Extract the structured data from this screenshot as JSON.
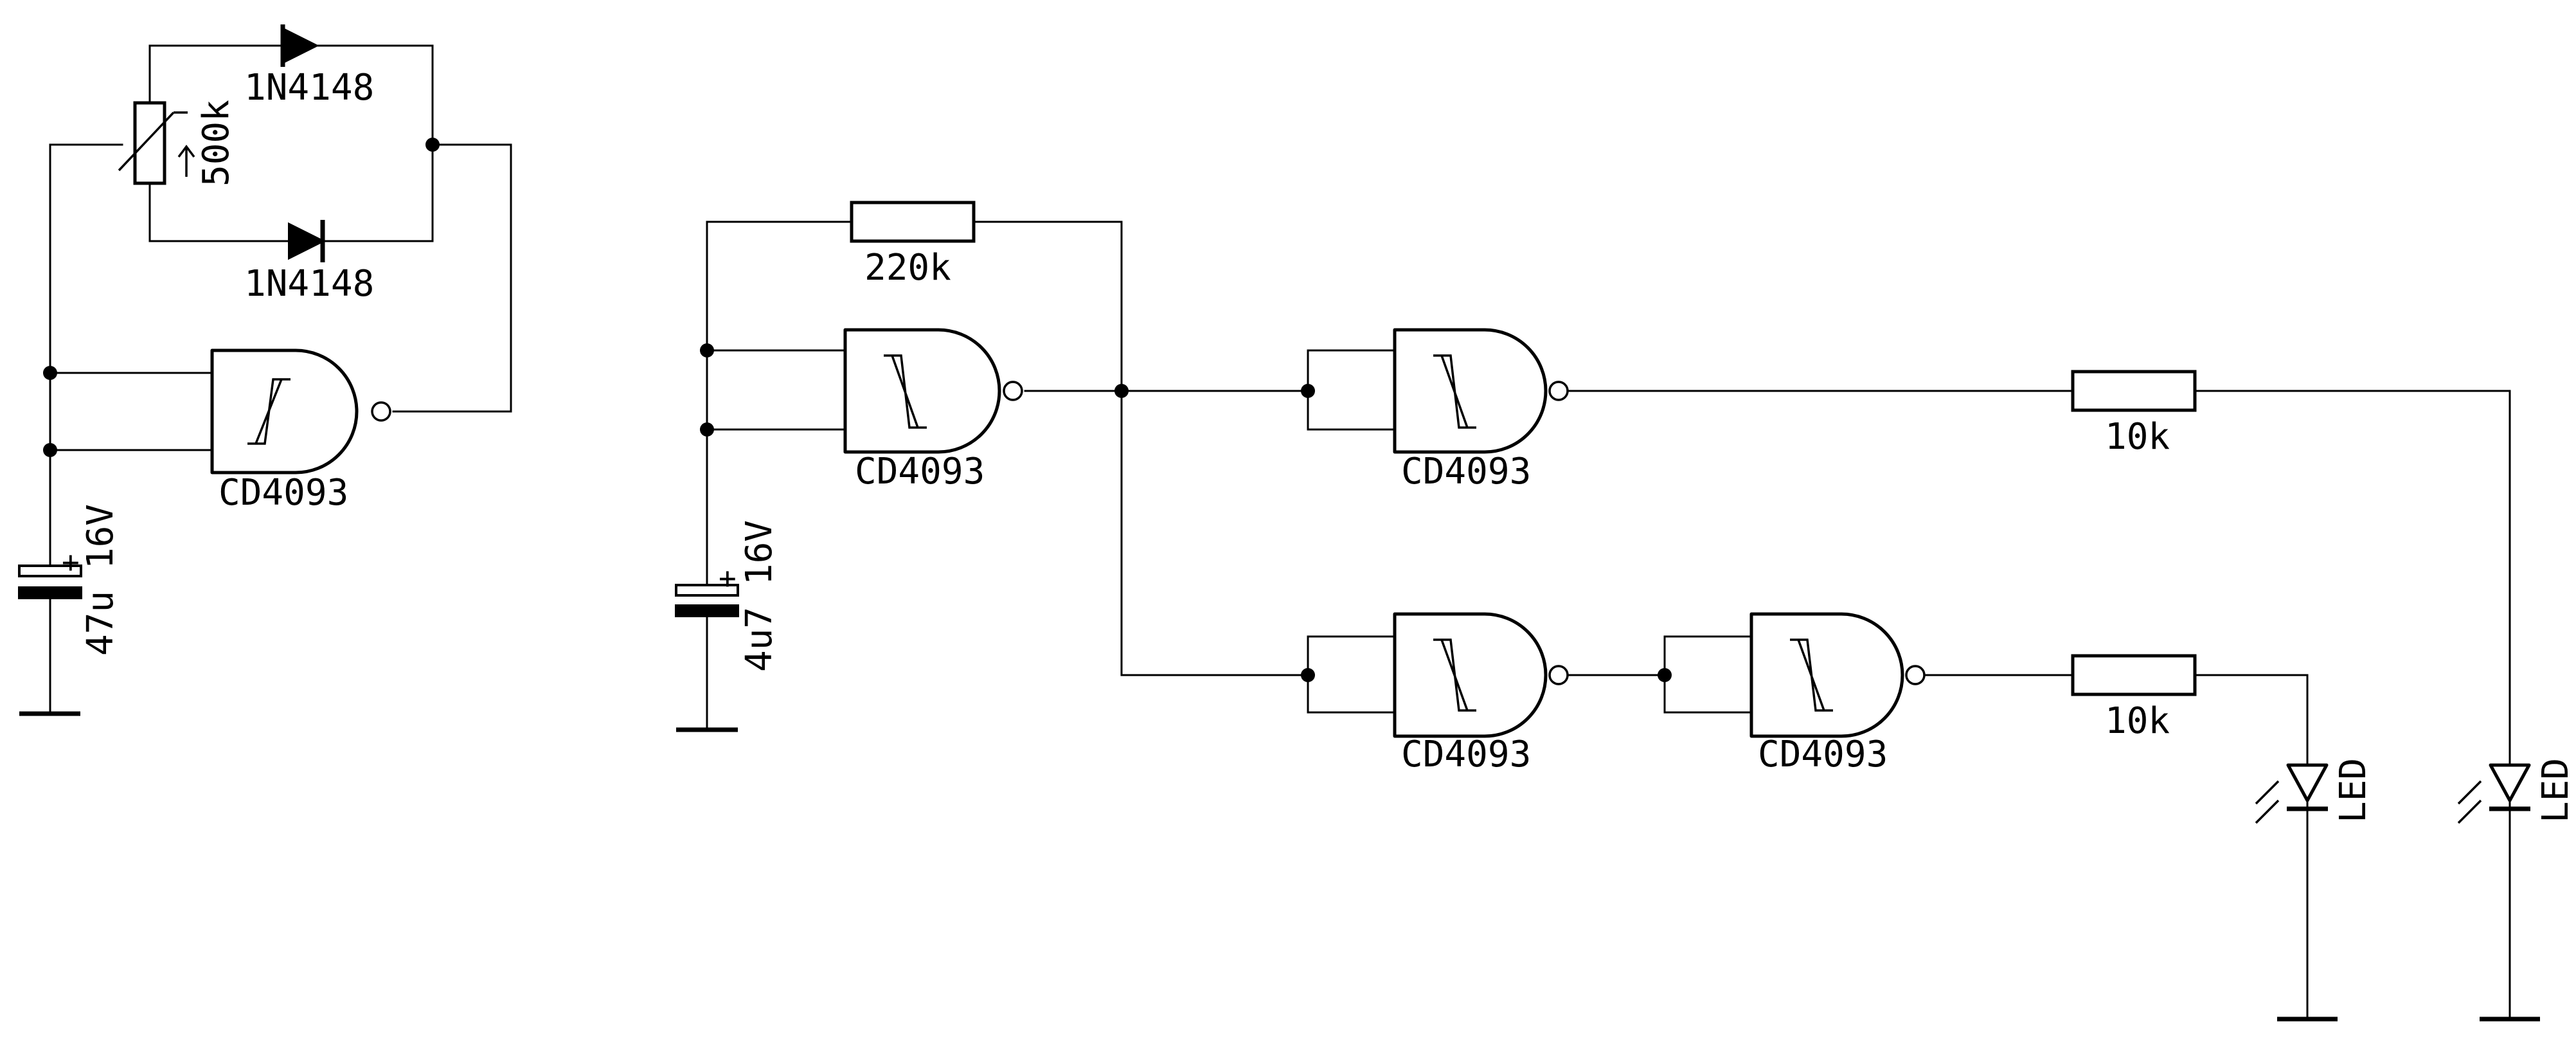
{
  "left_circuit": {
    "diode_top": "1N4148",
    "diode_bottom": "1N4148",
    "pot": "500k",
    "gate": "CD4093",
    "cap": "47u 16V",
    "cap_polarity": "+"
  },
  "right_circuit": {
    "res_feedback": "220k",
    "gate1": "CD4093",
    "gate2": "CD4093",
    "gate3": "CD4093",
    "gate4": "CD4093",
    "res_top": "10k",
    "res_bottom": "10k",
    "cap": "4u7 16V",
    "cap_polarity": "+",
    "led1": "LED",
    "led2": "LED"
  }
}
